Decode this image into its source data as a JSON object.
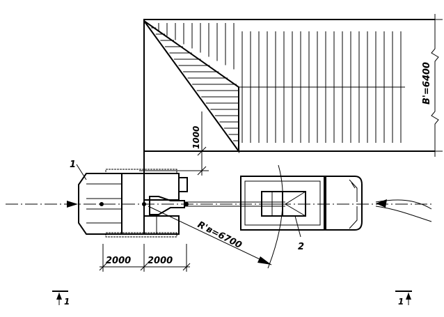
{
  "labels": {
    "excavator_num": "1",
    "truck_num": "2",
    "dim_left": "2000",
    "dim_right": "2000",
    "dim_offset": "1000",
    "dim_width": "B'=6400",
    "radius": "R'в=6700",
    "section_left": "1",
    "section_right": "1"
  }
}
